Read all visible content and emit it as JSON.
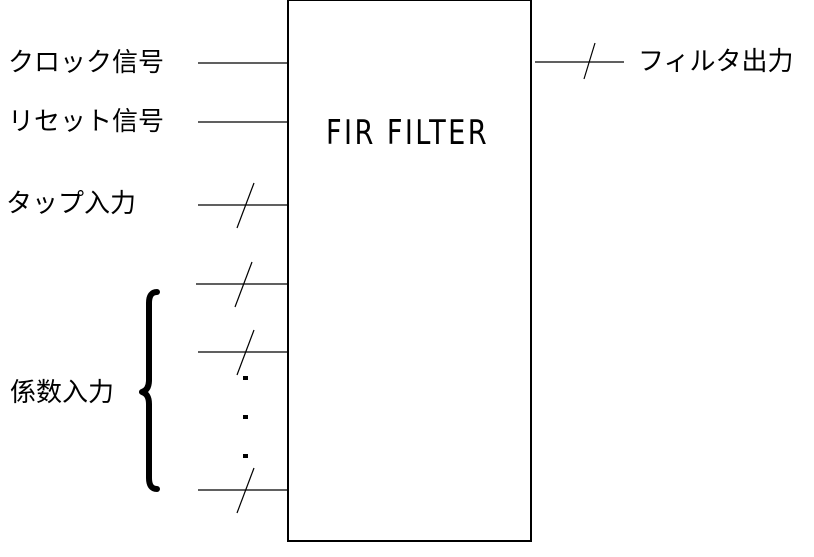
{
  "block": {
    "title": "FIR FILTER"
  },
  "inputs": {
    "clock": "クロック信号",
    "reset": "リセット信号",
    "tap": "タップ入力",
    "coefficients": "係数入力"
  },
  "outputs": {
    "filter_output": "フィルタ出力"
  },
  "coefficient_ellipsis": "..."
}
